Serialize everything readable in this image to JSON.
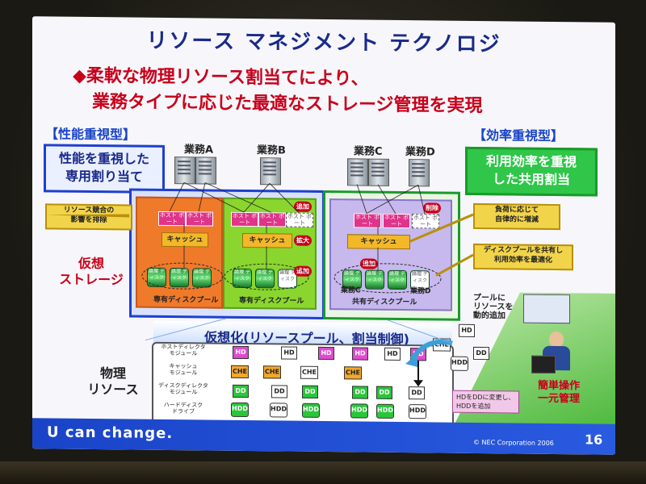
{
  "title": "リソース マネジメント テクノロジ",
  "bullet": {
    "mark": "◆",
    "line1": "柔軟な物理リソース割当てにより、",
    "line2": "業務タイプに応じた最適なストレージ管理を実現"
  },
  "left_tag": "【性能重視型】",
  "right_tag": "【効率重視型】",
  "left_callout": [
    "性能を重視した",
    "専用割り当て"
  ],
  "right_callout": [
    "利用効率を重視",
    "した共用割当"
  ],
  "biz": [
    "業務A",
    "業務B",
    "業務C",
    "業務D"
  ],
  "host_port": "ホスト ポート",
  "cache": "キャッシュ",
  "logical_disk": "論理 ディスク",
  "yellow_left": [
    "リソース競合の",
    "影響を排除"
  ],
  "yellow_right1": [
    "負荷に応じて",
    "自律的に増減"
  ],
  "yellow_right2": [
    "ディスクプールを共有し",
    "利用効率を最適化"
  ],
  "tags": {
    "add": "追加",
    "expand": "拡大",
    "delete": "削除"
  },
  "pool_labels": {
    "p1": "専有ディスクプール",
    "p2": "専有ディスクプール",
    "p3": "共有ディスクプール",
    "bc": "業務C",
    "bd": "業務D"
  },
  "virtual_storage": [
    "仮想",
    "ストレージ"
  ],
  "virtualization": "仮想化(リソースプール、割当制御)",
  "physical": [
    "物理",
    "リソース"
  ],
  "row_labels": [
    [
      "ホストディレクタ",
      "モジュール"
    ],
    [
      "キャッシュ",
      "モジュール"
    ],
    [
      "ディスクディレクタ",
      "モジュール"
    ],
    [
      "ハードディスク",
      "ドライブ"
    ]
  ],
  "modules": {
    "hd": "HD",
    "che": "CHE",
    "dd": "DD",
    "hdd": "HDD"
  },
  "pool_add": [
    "プールに",
    "リソースを",
    "動的追加"
  ],
  "note": [
    "HDをDDに変更し、",
    "HDDを追加"
  ],
  "easy_op": [
    "簡単操作",
    "一元管理"
  ],
  "footer": {
    "slogan": "U can change.",
    "copyright": "© NEC Corporation 2006",
    "page": "16"
  }
}
